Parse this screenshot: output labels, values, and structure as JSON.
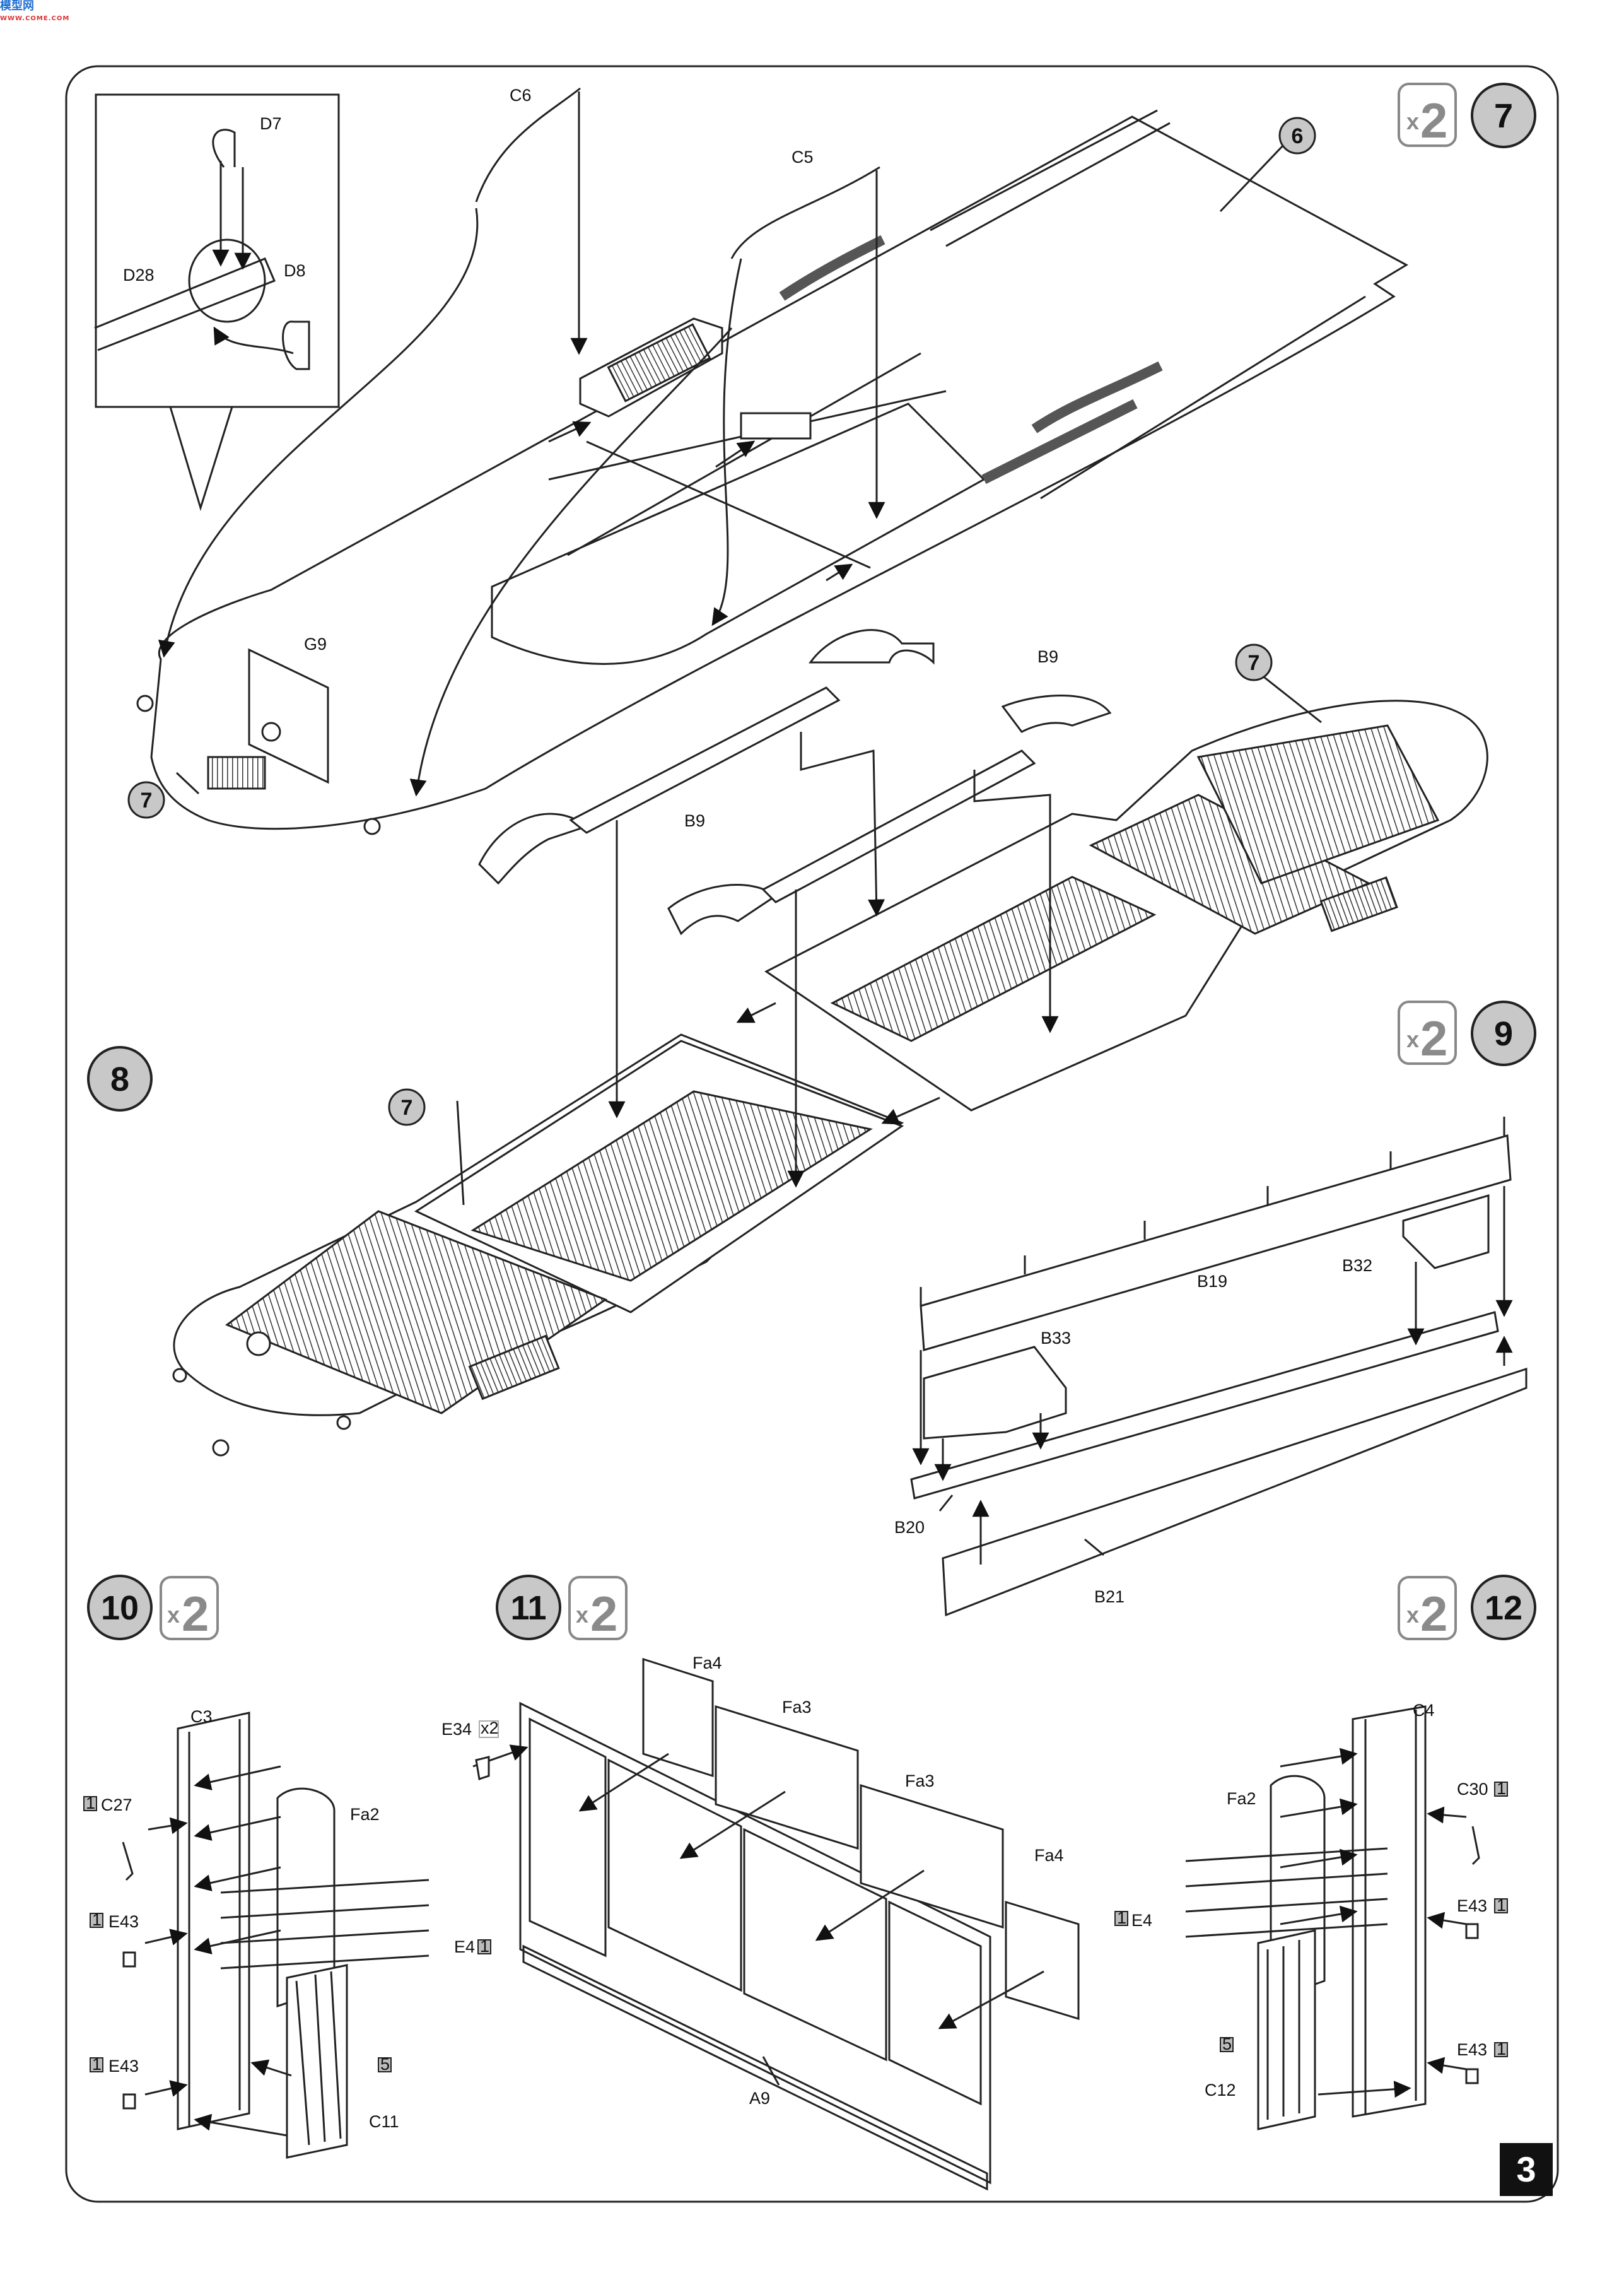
{
  "header": {
    "logo_text": "模型网",
    "logo_sub": "WWW.COME.COM"
  },
  "page_number": "3",
  "steps": [
    {
      "id": "7",
      "multiplier": "2"
    },
    {
      "id": "8"
    },
    {
      "id": "9",
      "multiplier": "2"
    },
    {
      "id": "10",
      "multiplier": "2"
    },
    {
      "id": "11",
      "multiplier": "2"
    },
    {
      "id": "12",
      "multiplier": "2"
    }
  ],
  "refs": {
    "r6": "6",
    "r7a": "7",
    "r7b": "7",
    "r7c": "7"
  },
  "parts": {
    "C6": "C6",
    "C5": "C5",
    "D7": "D7",
    "D8": "D8",
    "D28": "D28",
    "G9": "G9",
    "B9a": "B9",
    "B9b": "B9",
    "B19": "B19",
    "B32": "B32",
    "B33": "B33",
    "B20": "B20",
    "B21": "B21",
    "C3": "C3",
    "C27": "C27",
    "E43a": "E43",
    "E43b": "E43",
    "Fa2a": "Fa2",
    "E4a": "E4",
    "C11": "C11",
    "sq5a": "5",
    "E34": "E34",
    "Fa4a": "Fa4",
    "Fa3a": "Fa3",
    "Fa3b": "Fa3",
    "Fa4b": "Fa4",
    "A9": "A9",
    "C4": "C4",
    "Fa2b": "Fa2",
    "C30": "C30",
    "E4b": "E4",
    "E43c": "E43",
    "E43d": "E43",
    "sq5b": "5",
    "C12": "C12"
  },
  "sprue_tags": {
    "one": "1",
    "x2": "x2"
  }
}
